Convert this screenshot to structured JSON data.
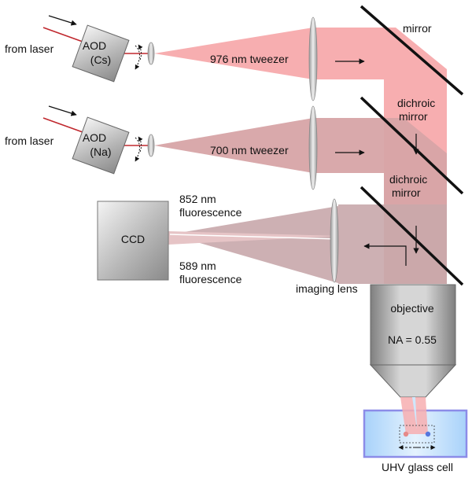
{
  "colors": {
    "cs_beam": "#f7aeb0",
    "na_beam": "#d9a9ab",
    "fluor_beam": "#cdb0b3",
    "laser_line": "#c0282e",
    "cell_border": "#8c8ce8",
    "cell_fill": "#bfe0fb",
    "atom_cs": "#e58a8a",
    "atom_na": "#5577dd"
  },
  "labels": {
    "from_laser_1": "from laser",
    "from_laser_2": "from laser",
    "aod_cs_line1": "AOD",
    "aod_cs_line2": "(Cs)",
    "aod_na_line1": "AOD",
    "aod_na_line2": "(Na)",
    "tweezer_976": "976 nm tweezer",
    "tweezer_700": "700 nm tweezer",
    "mirror": "mirror",
    "dichroic_1_line1": "dichroic",
    "dichroic_1_line2": "mirror",
    "dichroic_2_line1": "dichroic",
    "dichroic_2_line2": "mirror",
    "fluor_852_line1": "852 nm",
    "fluor_852_line2": "fluorescence",
    "fluor_589_line1": "589 nm",
    "fluor_589_line2": "fluorescence",
    "ccd": "CCD",
    "imaging_lens": "imaging lens",
    "objective": "objective",
    "na_value": "NA = 0.55",
    "glass_cell": "UHV glass cell"
  }
}
